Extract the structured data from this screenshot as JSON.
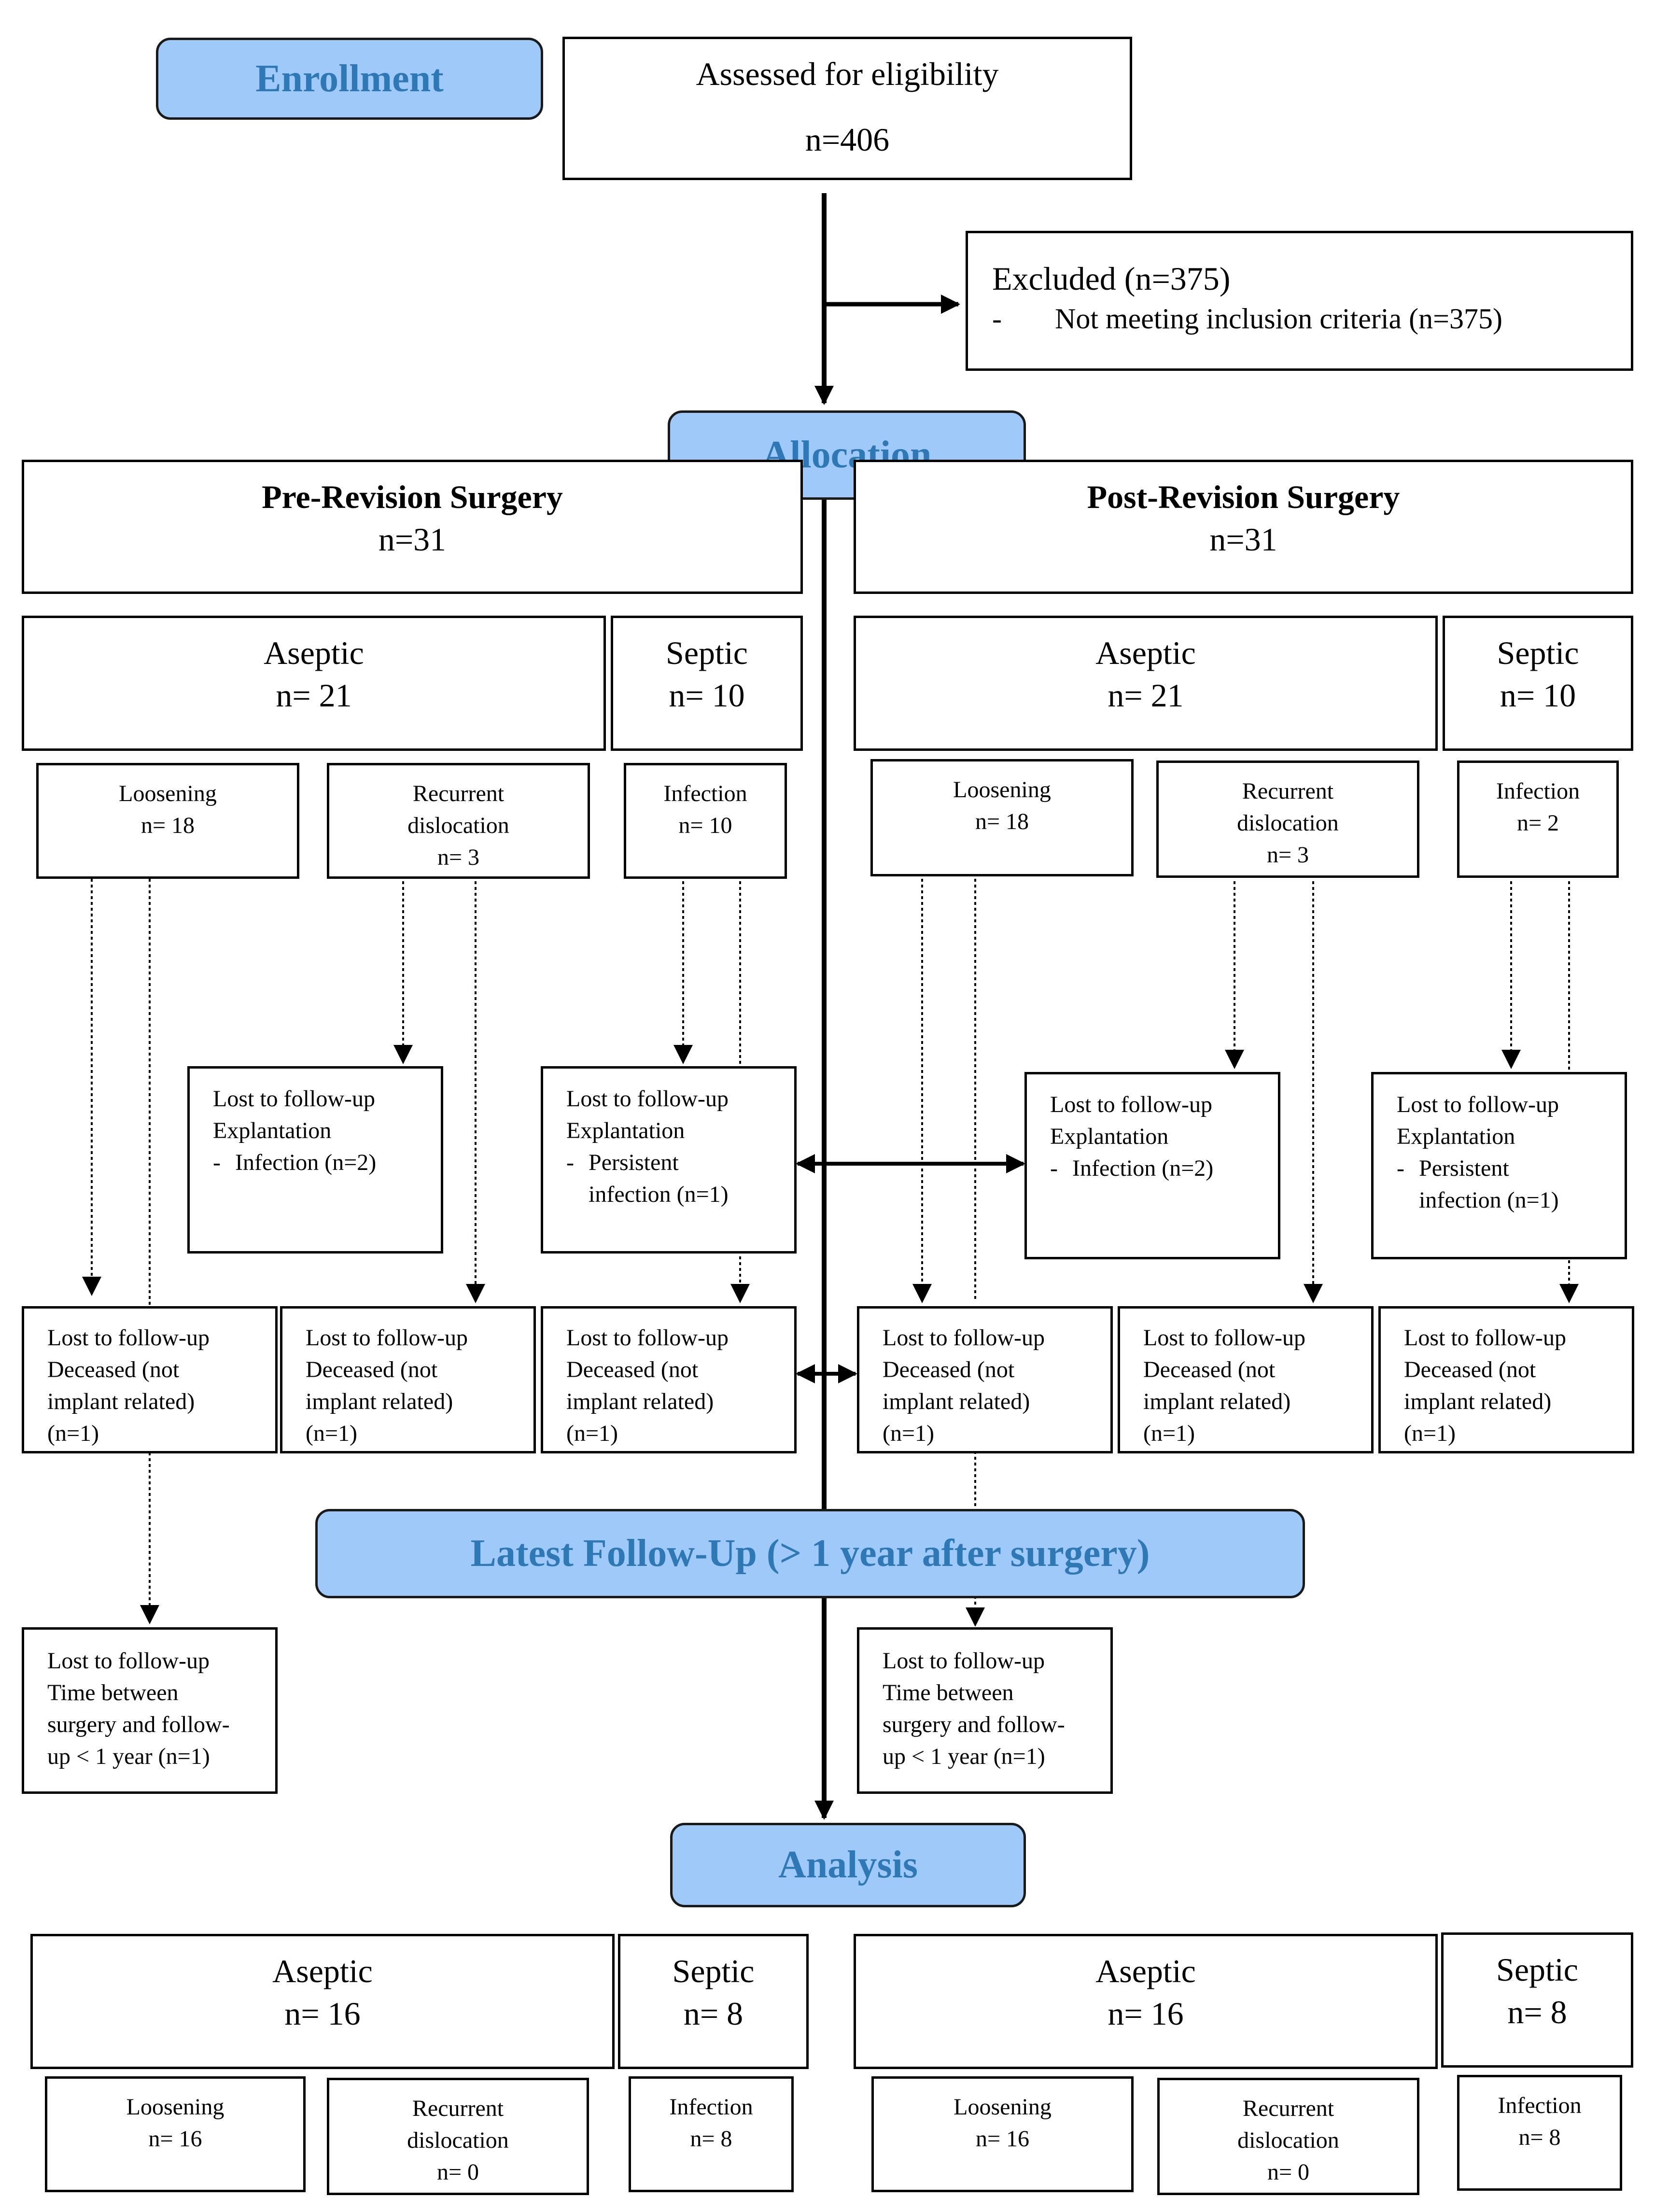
{
  "stages": {
    "enrollment": "Enrollment",
    "allocation": "Allocation",
    "latest_follow_up": "Latest Follow-Up (> 1 year after surgery)",
    "analysis": "Analysis"
  },
  "eligibility": {
    "title": "Assessed for eligibility",
    "n": "n=406"
  },
  "excluded": {
    "title": "Excluded (n=375)",
    "bullet_marker": "-",
    "reason": "Not meeting inclusion criteria (n=375)"
  },
  "pre": {
    "title": "Pre-Revision Surgery",
    "n": "n=31",
    "aseptic": {
      "title": "Aseptic",
      "n": "n= 21"
    },
    "septic": {
      "title": "Septic",
      "n": "n= 10"
    },
    "loosening": {
      "title": "Loosening",
      "n": "n= 18"
    },
    "dislocation": {
      "title1": "Recurrent",
      "title2": "dislocation",
      "n": "n= 3"
    },
    "infection": {
      "title": "Infection",
      "n": "n= 10"
    },
    "explant_dislocation": {
      "l1": "Lost to follow-up",
      "l2": "Explantation",
      "marker": "-",
      "item": "Infection (n=2)"
    },
    "explant_infection": {
      "l1": "Lost to follow-up",
      "l2": "Explantation",
      "marker": "-",
      "item1": "Persistent",
      "item2": "infection (n=1)"
    },
    "deceased": [
      {
        "l1": "Lost to follow-up",
        "l2": "Deceased (not",
        "l3": "implant related)",
        "l4": "(n=1)"
      },
      {
        "l1": "Lost to follow-up",
        "l2": "Deceased (not",
        "l3": "implant related)",
        "l4": "(n=1)"
      },
      {
        "l1": "Lost to follow-up",
        "l2": "Deceased (not",
        "l3": "implant related)",
        "l4": "(n=1)"
      }
    ],
    "time_lost": {
      "l1": "Lost to follow-up",
      "l2": "Time between",
      "l3": "surgery and follow-",
      "l4": "up < 1 year (n=1)"
    },
    "analysis_aseptic": {
      "title": "Aseptic",
      "n": "n= 16"
    },
    "analysis_septic": {
      "title": "Septic",
      "n": "n= 8"
    },
    "analysis_loosening": {
      "title": "Loosening",
      "n": "n= 16"
    },
    "analysis_dislocation": {
      "title1": "Recurrent",
      "title2": "dislocation",
      "n": "n= 0"
    },
    "analysis_infection": {
      "title": "Infection",
      "n": "n= 8"
    }
  },
  "post": {
    "title": "Post-Revision Surgery",
    "n": "n=31",
    "aseptic": {
      "title": "Aseptic",
      "n": "n= 21"
    },
    "septic": {
      "title": "Septic",
      "n": "n= 10"
    },
    "loosening": {
      "title": "Loosening",
      "n": "n= 18"
    },
    "dislocation": {
      "title1": "Recurrent",
      "title2": "dislocation",
      "n": "n= 3"
    },
    "infection": {
      "title": "Infection",
      "n": "n= 2"
    },
    "explant_dislocation": {
      "l1": "Lost to follow-up",
      "l2": "Explantation",
      "marker": "-",
      "item": "Infection (n=2)"
    },
    "explant_infection": {
      "l1": "Lost to follow-up",
      "l2": "Explantation",
      "marker": "-",
      "item1": "Persistent",
      "item2": "infection (n=1)"
    },
    "deceased": [
      {
        "l1": "Lost to follow-up",
        "l2": "Deceased (not",
        "l3": "implant related)",
        "l4": "(n=1)"
      },
      {
        "l1": "Lost to follow-up",
        "l2": "Deceased (not",
        "l3": "implant related)",
        "l4": "(n=1)"
      },
      {
        "l1": "Lost to follow-up",
        "l2": "Deceased (not",
        "l3": "implant related)",
        "l4": "(n=1)"
      }
    ],
    "time_lost": {
      "l1": "Lost to follow-up",
      "l2": "Time between",
      "l3": "surgery and follow-",
      "l4": "up < 1 year (n=1)"
    },
    "analysis_aseptic": {
      "title": "Aseptic",
      "n": "n= 16"
    },
    "analysis_septic": {
      "title": "Septic",
      "n": "n= 8"
    },
    "analysis_loosening": {
      "title": "Loosening",
      "n": "n= 16"
    },
    "analysis_dislocation": {
      "title1": "Recurrent",
      "title2": "dislocation",
      "n": "n= 0"
    },
    "analysis_infection": {
      "title": "Infection",
      "n": "n= 8"
    }
  }
}
